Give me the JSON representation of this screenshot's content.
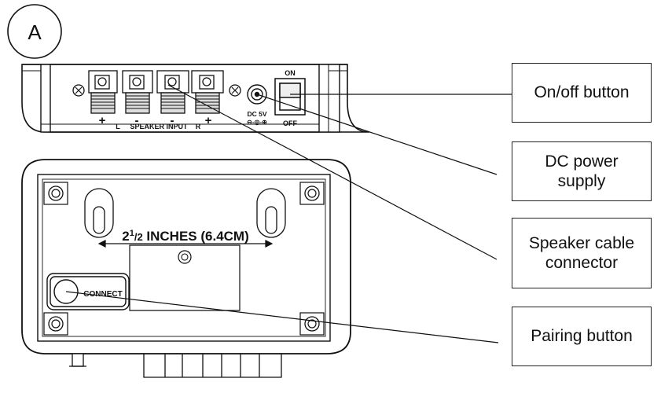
{
  "figure_label": "A",
  "callouts": {
    "on_off": "On/off button",
    "dc_power_line1": "DC power",
    "dc_power_line2": "supply",
    "speaker_line1": "Speaker cable",
    "speaker_line2": "connector",
    "pairing": "Pairing button"
  },
  "rear_panel": {
    "plus_left": "+",
    "minus_left": "-",
    "minus_right": "-",
    "plus_right": "+",
    "left_label": "L",
    "speaker_input": "SPEAKER INPUT",
    "right_label": "R",
    "dc_label": "DC 5V",
    "dc_polarity": "⊖-◎-⊕",
    "on_label": "ON",
    "off_label": "OFF"
  },
  "bottom_view": {
    "dimension_main": "2",
    "dimension_sup": "1",
    "dimension_sub": "/2",
    "dimension_rest": " INCHES (6.4CM)",
    "connect_label": "CONNECT"
  }
}
